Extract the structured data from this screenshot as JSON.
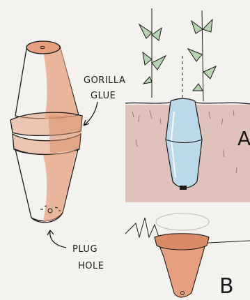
{
  "labels": {
    "glue_line1": "GORILLA",
    "glue_line2": "GLUE",
    "plug_line1": "PLUG",
    "plug_line2": "HOLE",
    "diagram_a": "A",
    "diagram_b": "B"
  },
  "colors": {
    "paper": "#f4f2ef",
    "ink": "#1b1b1b",
    "terracotta": "#e6a07f",
    "terracotta_dark": "#d98a66",
    "soil": "#ddbcb4",
    "water": "#bcd9ea",
    "leaf": "#b7d3b1"
  }
}
